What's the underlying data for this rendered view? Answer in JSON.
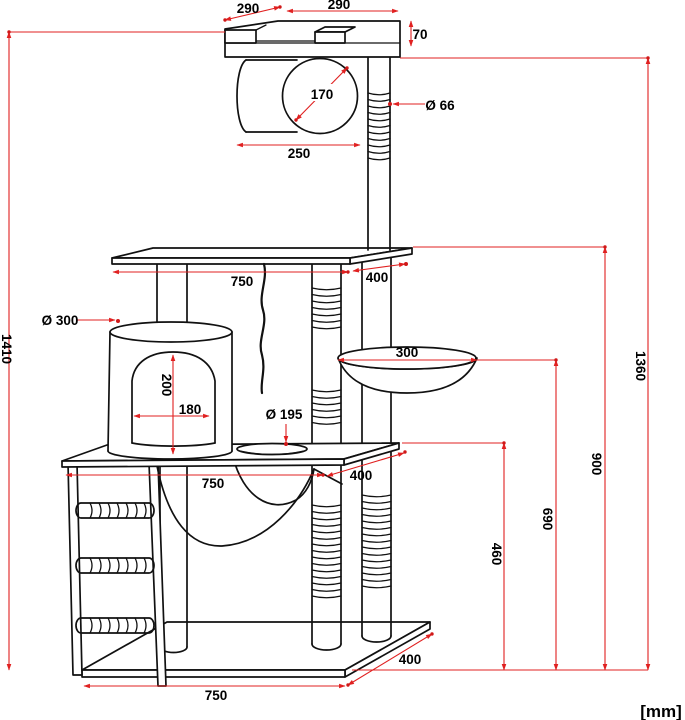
{
  "drawing": {
    "title": "cat-tree-dimension-drawing",
    "unit_label": "[mm]",
    "colors": {
      "outline": "#111111",
      "dimension": "#e02020",
      "background": "#ffffff"
    },
    "dimensions": {
      "top_perch_depth": "290",
      "top_perch_width": "290",
      "top_perch_height": "70",
      "tube_diameter": "170",
      "tube_length": "250",
      "post_diameter": "Ø 66",
      "middle_platform_width": "750",
      "middle_platform_depth": "400",
      "house_diameter": "Ø 300",
      "house_door_height": "200",
      "house_door_width": "180",
      "platform_hole_diameter": "Ø 195",
      "basket_diameter": "300",
      "lower_platform_width": "750",
      "lower_platform_depth": "400",
      "lower_platform_height": "460",
      "basket_height": "690",
      "middle_platform_height": "900",
      "platform_top_height": "1360",
      "total_height": "1410",
      "base_width": "750",
      "base_depth": "400"
    }
  }
}
